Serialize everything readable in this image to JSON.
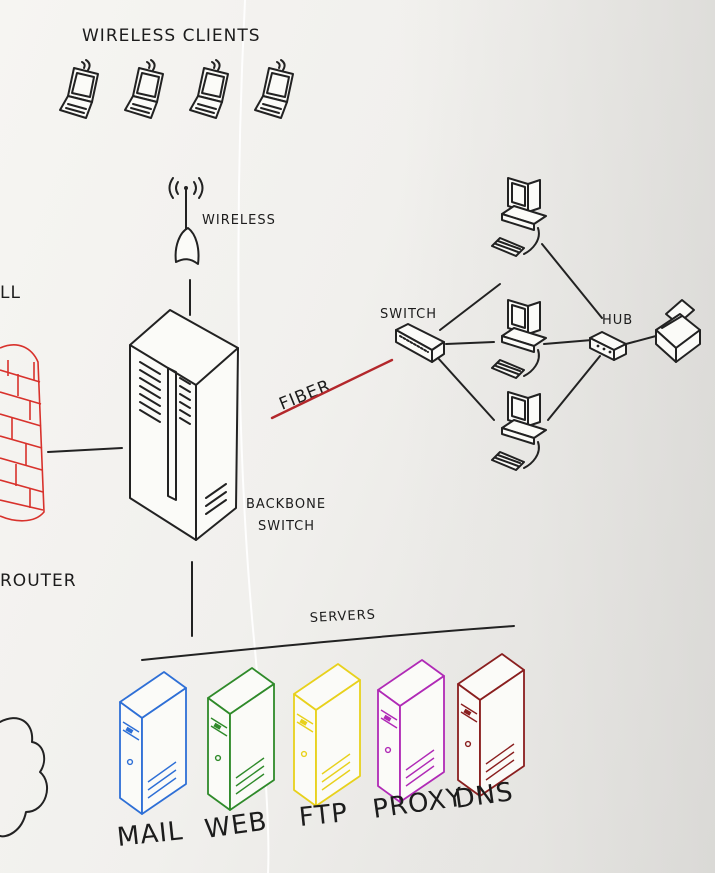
{
  "labels": {
    "wireless_clients": "WIRELESS CLIENTS",
    "wireless": "WIRELESS",
    "firewall_partial": "LL",
    "router": "ROUTER",
    "fiber": "FIBER",
    "backbone_line1": "BACKBONE",
    "backbone_line2": "SWITCH",
    "switch": "SWITCH",
    "hub": "HUB",
    "servers": "SERVERS"
  },
  "servers": [
    {
      "name": "MAIL",
      "color": "#2e6fd6"
    },
    {
      "name": "WEB",
      "color": "#2f8a2a"
    },
    {
      "name": "FTP",
      "color": "#e8d11c"
    },
    {
      "name": "PROXY",
      "color": "#b02ab6"
    },
    {
      "name": "DNS",
      "color": "#8a1f1f"
    }
  ],
  "colors": {
    "firewall": "#d8322c",
    "fiber_line": "#b3272b",
    "ink": "#222222"
  },
  "icons": {
    "wireless_clients": "laptop-icon",
    "access_point": "wireless-antenna-icon",
    "firewall": "brick-wall-icon",
    "backbone": "rack-switch-icon",
    "workstations": "desktop-computer-icon",
    "printer": "printer-icon",
    "cloud": "cloud-icon"
  }
}
